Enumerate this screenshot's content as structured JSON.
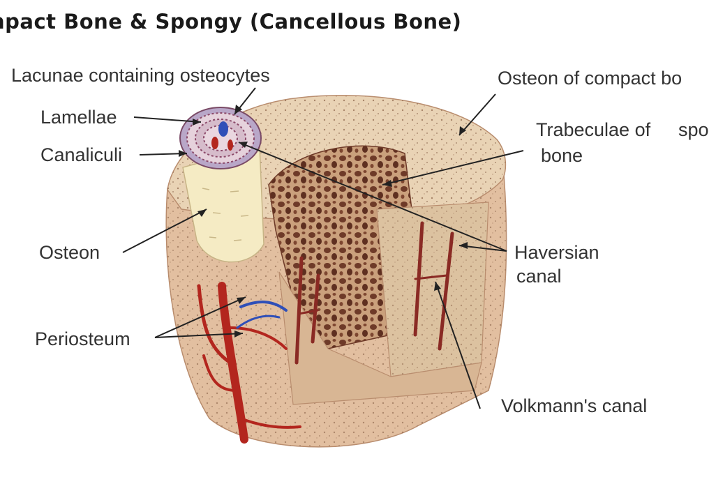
{
  "title": "npact Bone & Spongy (Cancellous Bone)",
  "labels": {
    "lacunae": "Lacunae containing osteocytes",
    "lamellae": "Lamellae",
    "canaliculi": "Canaliculi",
    "osteon": "Osteon",
    "periosteum": "Periosteum",
    "osteon_compact": "Osteon of compact bo",
    "trabeculae_line1": "Trabeculae of",
    "trabeculae_line1b": "spo",
    "trabeculae_line2": "bone",
    "haversian_line1": "Haversian",
    "haversian_line2": "canal",
    "volkmann": "Volkmann's canal"
  },
  "colors": {
    "bone_top": "#e9d3b5",
    "bone_side": "#e2bfa0",
    "spongy": "#c79a78",
    "spongy_dark": "#6e3a28",
    "vessel_red": "#b3261e",
    "vessel_blue": "#2f4fb8",
    "osteon_cylinder": "#f5ebc4",
    "leader_line": "#222222"
  }
}
